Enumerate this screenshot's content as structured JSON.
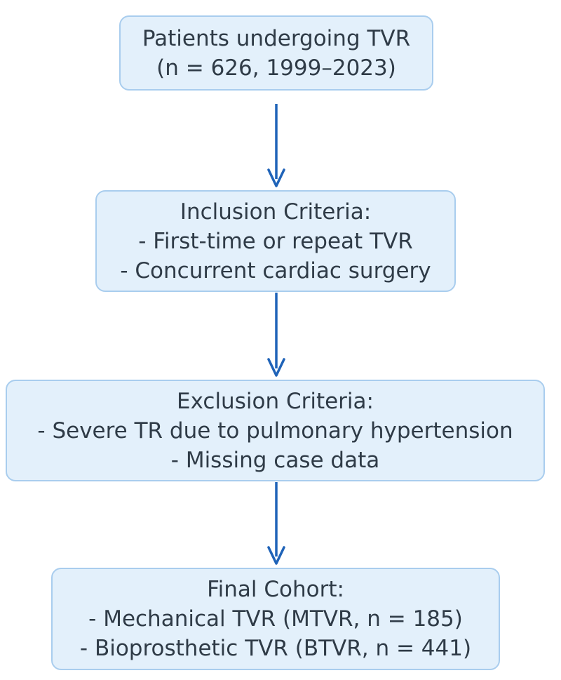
{
  "flowchart": {
    "nodes": [
      {
        "id": "patients",
        "lines": [
          "Patients undergoing TVR",
          "(n = 626, 1999–2023)"
        ]
      },
      {
        "id": "inclusion",
        "lines": [
          "Inclusion Criteria:",
          "- First-time or repeat TVR",
          "- Concurrent cardiac surgery"
        ]
      },
      {
        "id": "exclusion",
        "lines": [
          "Exclusion Criteria:",
          "- Severe TR due to pulmonary hypertension",
          "- Missing case data"
        ]
      },
      {
        "id": "final",
        "lines": [
          "Final Cohort:",
          "- Mechanical TVR (MTVR, n = 185)",
          "- Bioprosthetic TVR (BTVR, n = 441)"
        ]
      }
    ],
    "edges": [
      {
        "from": "patients",
        "to": "inclusion"
      },
      {
        "from": "inclusion",
        "to": "exclusion"
      },
      {
        "from": "exclusion",
        "to": "final"
      }
    ],
    "colors": {
      "box_fill": "#e3f0fb",
      "box_border": "#a9cdee",
      "arrow": "#1f63b8",
      "text": "#2f3b47"
    }
  }
}
